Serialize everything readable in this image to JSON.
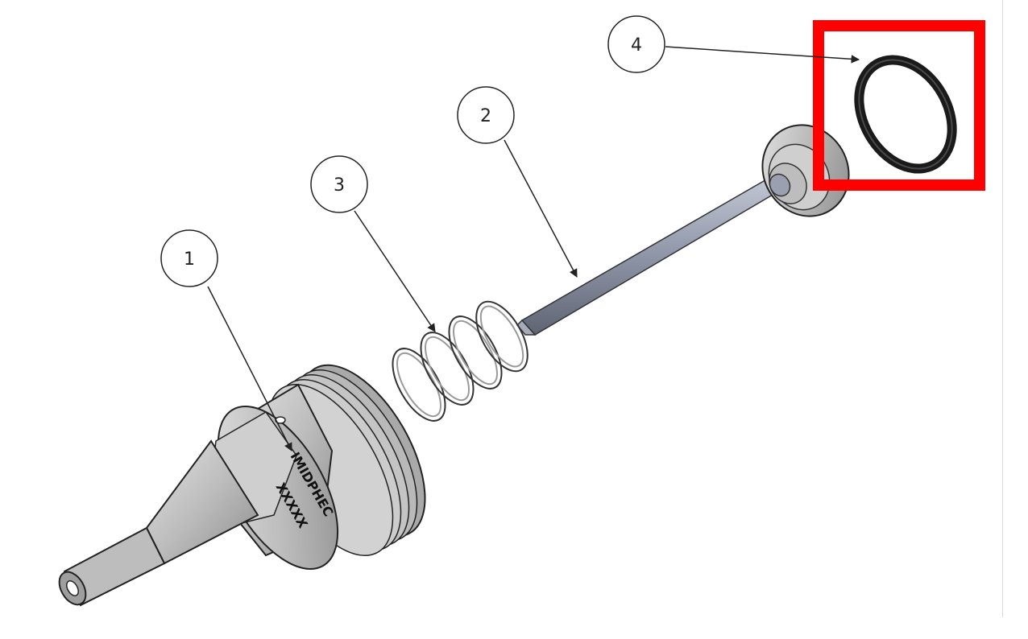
{
  "balloons": [
    {
      "id": "1",
      "label": "1"
    },
    {
      "id": "2",
      "label": "2"
    },
    {
      "id": "3",
      "label": "3"
    },
    {
      "id": "4",
      "label": "4"
    }
  ],
  "engraving": {
    "line1": "IMIDPHEC",
    "line2": "XXXXX"
  },
  "colors": {
    "highlight": "#ff0000",
    "part_gray": "#b8b8b8",
    "pin_blue_gray": "#8f96a8",
    "oring": "#1a1a1a",
    "outline": "#222222"
  }
}
